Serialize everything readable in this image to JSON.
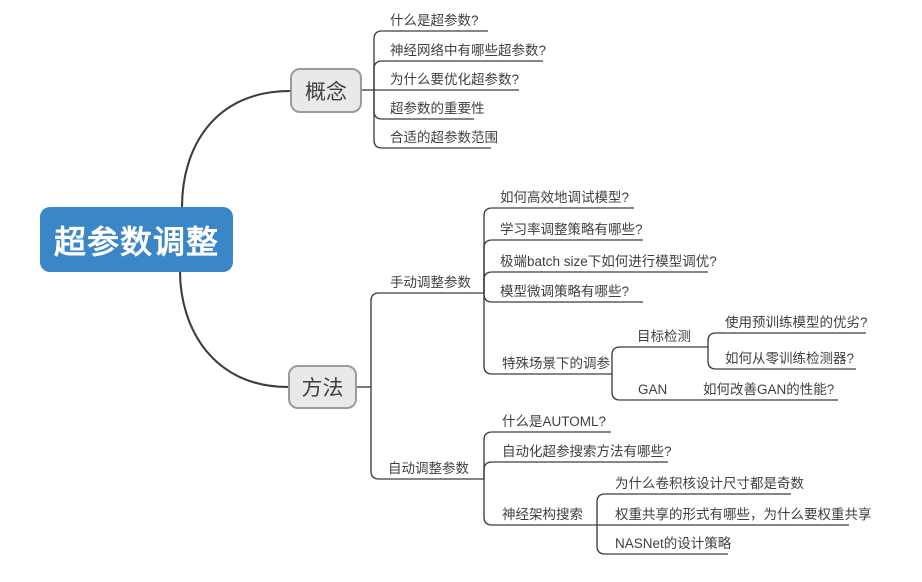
{
  "theme": {
    "root_fill": "#3a86c7",
    "node_fill": "#e9e9e9",
    "node_border": "#9b9b9b",
    "line_color": "#3d3d3d",
    "text_color": "#3f3f3f"
  },
  "root": {
    "label": "超参数调整"
  },
  "branches": [
    {
      "label": "概念",
      "children": [
        {
          "label": "什么是超参数?"
        },
        {
          "label": "神经网络中有哪些超参数?"
        },
        {
          "label": "为什么要优化超参数?"
        },
        {
          "label": "超参数的重要性"
        },
        {
          "label": "合适的超参数范围"
        }
      ]
    },
    {
      "label": "方法",
      "children": [
        {
          "label": "手动调整参数",
          "children": [
            {
              "label": "如何高效地调试模型?"
            },
            {
              "label": "学习率调整策略有哪些?"
            },
            {
              "label": "极端batch size下如何进行模型调优?"
            },
            {
              "label": "模型微调策略有哪些?"
            },
            {
              "label": "特殊场景下的调参",
              "children": [
                {
                  "label": "目标检测",
                  "children": [
                    {
                      "label": "使用预训练模型的优劣?"
                    },
                    {
                      "label": "如何从零训练检测器?"
                    }
                  ]
                },
                {
                  "label": "GAN",
                  "children": [
                    {
                      "label": "如何改善GAN的性能?"
                    }
                  ]
                }
              ]
            }
          ]
        },
        {
          "label": "自动调整参数",
          "children": [
            {
              "label": "什么是AUTOML?"
            },
            {
              "label": "自动化超参搜索方法有哪些?"
            },
            {
              "label": "神经架构搜索",
              "children": [
                {
                  "label": "为什么卷积核设计尺寸都是奇数"
                },
                {
                  "label": "权重共享的形式有哪些，为什么要权重共享"
                },
                {
                  "label": "NASNet的设计策略"
                }
              ]
            }
          ]
        }
      ]
    }
  ]
}
